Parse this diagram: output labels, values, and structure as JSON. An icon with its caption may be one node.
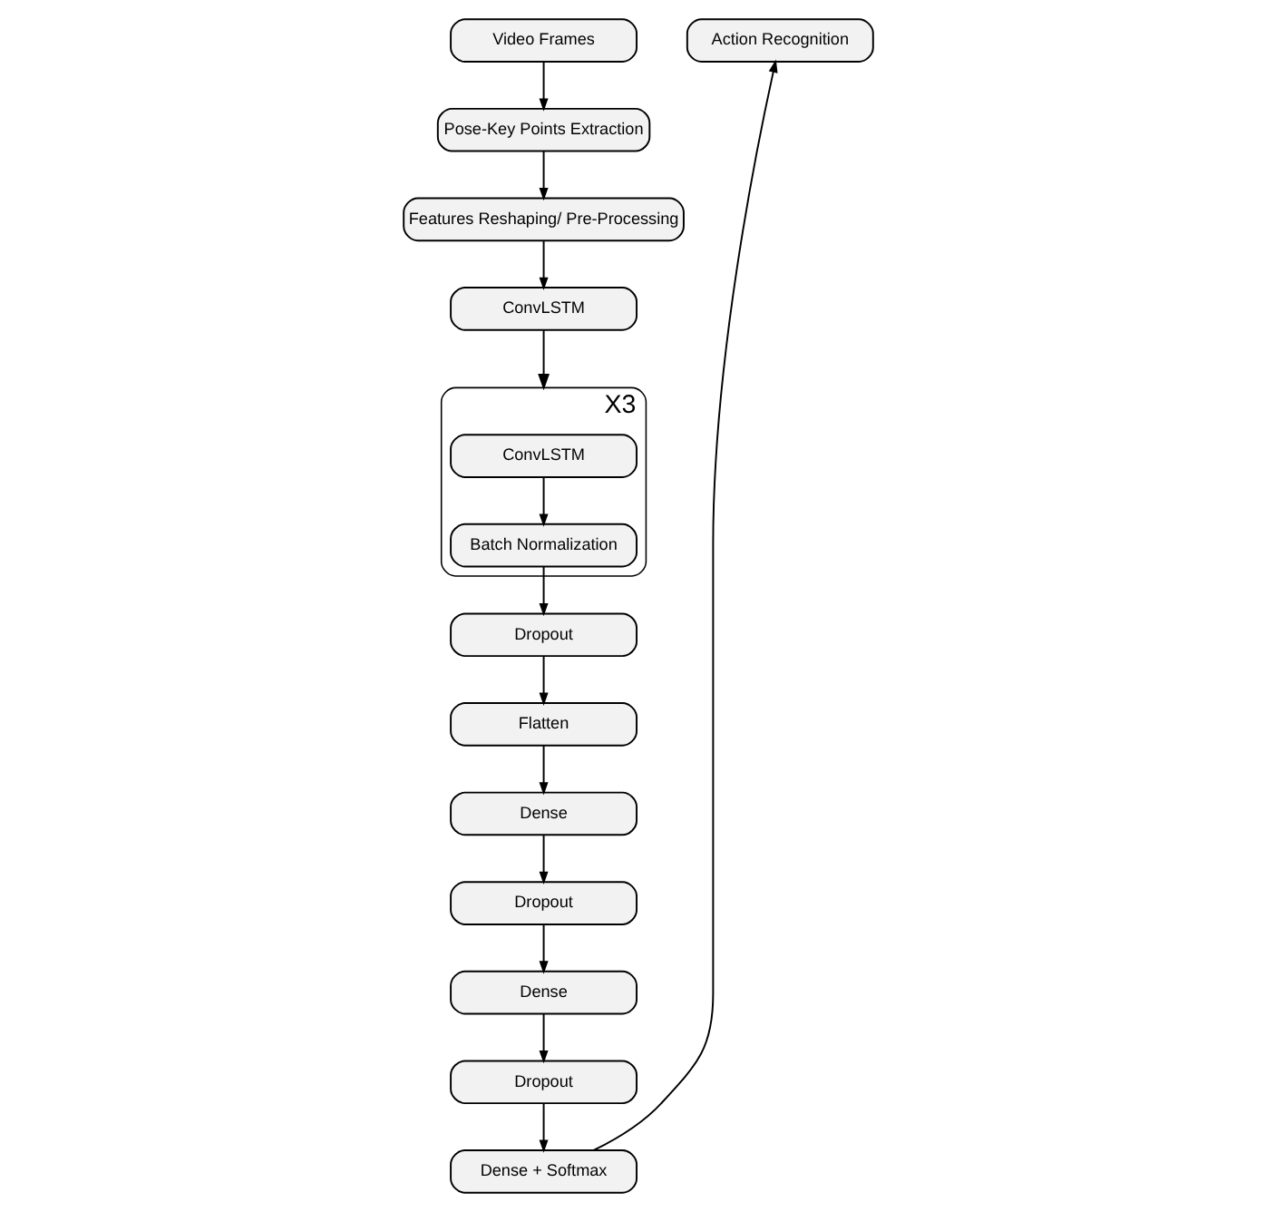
{
  "diagram": {
    "nodes": [
      {
        "text": [
          "Video Frames"
        ]
      },
      {
        "text": [
          "Pose-Key Points Extraction"
        ]
      },
      {
        "text": [
          "Features Reshaping/ Pre-Processing"
        ]
      },
      {
        "text": [
          "ConvLSTM"
        ]
      },
      {
        "text": [
          "Action Recognition"
        ]
      },
      {
        "text": [
          "X3"
        ]
      },
      {
        "text": [
          "ConvLSTM"
        ],
        "in": 5
      },
      {
        "text": [
          "Batch Normalization"
        ],
        "in": 5
      },
      {
        "text": [
          "Dropout"
        ]
      },
      {
        "text": [
          "Flatten"
        ]
      },
      {
        "text": [
          "Dense"
        ]
      },
      {
        "text": [
          "Dropout"
        ]
      },
      {
        "text": [
          "Dense"
        ]
      },
      {
        "text": [
          "Dropout"
        ]
      },
      {
        "text": [
          "Dense + Softmax"
        ]
      }
    ],
    "edges": [
      {
        "from": 0,
        "to": 1,
        "arrow": "to"
      },
      {
        "from": 1,
        "to": 2,
        "arrow": "to"
      },
      {
        "from": 2,
        "to": 3,
        "arrow": "to"
      },
      {
        "from": 3,
        "to": 5,
        "arrow": "to"
      },
      {
        "from": 6,
        "to": 7,
        "arrow": "to"
      },
      {
        "from": 7,
        "to": 8,
        "arrow": "to"
      },
      {
        "from": 8,
        "to": 9,
        "arrow": "to"
      },
      {
        "from": 9,
        "to": 10,
        "arrow": "to"
      },
      {
        "from": 10,
        "to": 11,
        "arrow": "to"
      },
      {
        "from": 11,
        "to": 12,
        "arrow": "to"
      },
      {
        "from": 12,
        "to": 13,
        "arrow": "to"
      },
      {
        "from": 13,
        "to": 14,
        "arrow": "to"
      },
      {
        "from": 14,
        "to": 4,
        "arrow": "to"
      }
    ]
  }
}
